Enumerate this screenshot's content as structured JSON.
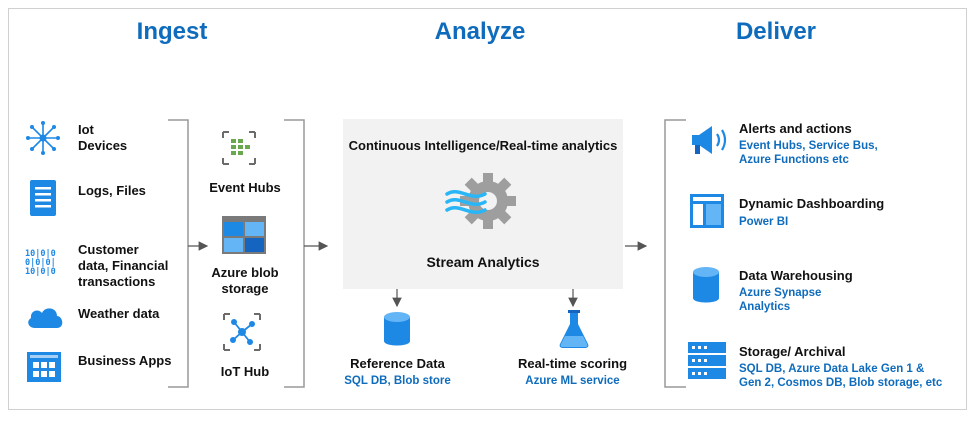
{
  "headers": {
    "ingest": "Ingest",
    "analyze": "Analyze",
    "deliver": "Deliver"
  },
  "sources": [
    {
      "label_1": "Iot",
      "label_2": "Devices"
    },
    {
      "label_1": "Logs, Files"
    },
    {
      "label_1": "Customer",
      "label_2": "data, Financial",
      "label_3": "transactions"
    },
    {
      "label_1": "Weather data"
    },
    {
      "label_1": "Business Apps"
    }
  ],
  "ingestion": [
    {
      "label_1": "Event Hubs"
    },
    {
      "label_1": "Azure blob",
      "label_2": "storage"
    },
    {
      "label_1": "IoT Hub"
    }
  ],
  "analytics": {
    "box_title": "Continuous Intelligence/Real-time analytics",
    "engine": "Stream Analytics"
  },
  "reference": {
    "title": "Reference Data",
    "sub": "SQL DB, Blob store"
  },
  "scoring": {
    "title": "Real-time scoring",
    "sub": "Azure ML service"
  },
  "outputs": [
    {
      "title": "Alerts and actions",
      "sub_1": "Event Hubs, Service Bus,",
      "sub_2": "Azure Functions etc"
    },
    {
      "title": "Dynamic Dashboarding",
      "sub_1": "Power BI"
    },
    {
      "title": "Data Warehousing",
      "sub_1": "Azure Synapse",
      "sub_2": "Analytics"
    },
    {
      "title": "Storage/ Archival",
      "sub_1": "SQL DB, Azure Data Lake Gen 1 &",
      "sub_2": "Gen 2, Cosmos DB, Blob storage, etc"
    }
  ],
  "colors": {
    "accent": "#0f6cbd",
    "icon_blue": "#1e88e5",
    "box_bg": "#f2f2f2",
    "connector": "#555555"
  }
}
